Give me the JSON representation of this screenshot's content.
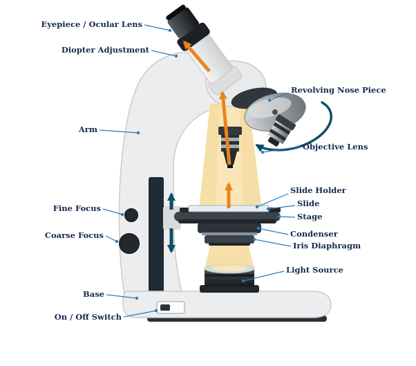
{
  "diagram": {
    "labels": {
      "eyepiece": "Eyepiece / Ocular Lens",
      "diopter": "Diopter Adjustment",
      "arm": "Arm",
      "fine_focus": "Fine Focus",
      "coarse_focus": "Coarse Focus",
      "base": "Base",
      "on_off_switch": "On / Off Switch",
      "revolving_nose_piece": "Revolving Nose Piece",
      "objective_lens": "Objective Lens",
      "slide_holder": "Slide Holder",
      "slide": "Slide",
      "stage": "Stage",
      "condenser": "Condenser",
      "iris_diaphragm": "Iris Diaphragm",
      "light_source": "Light Source"
    },
    "colors": {
      "label_text": "#16294e",
      "leader_line": "#2b7bbb",
      "light_path_arrow": "#e8851d",
      "motion_arrow": "#0d4f63",
      "light_beam": "#f5dc9e",
      "body_gray": "#ecedee",
      "dark_parts": "#2a2f35"
    }
  }
}
